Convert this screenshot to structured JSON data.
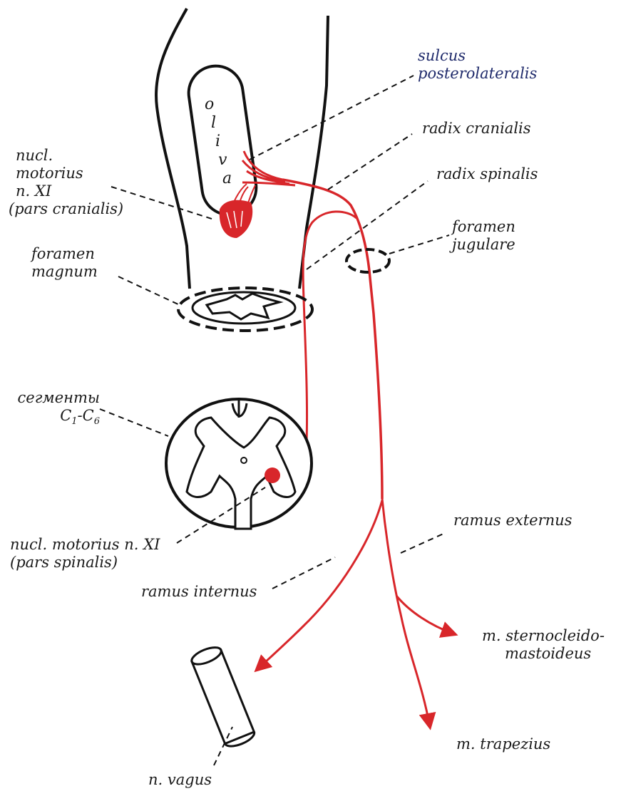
{
  "labels": {
    "sulcus": [
      "sulcus",
      "posterolateralis"
    ],
    "radix_cranialis": "radix cranialis",
    "radix_spinalis": "radix spinalis",
    "foramen_jugulare": [
      "foramen",
      "jugulare"
    ],
    "nucl_cranialis": [
      "nucl.",
      "motorius",
      "n. XI",
      "(pars cranialis)"
    ],
    "foramen_magnum": [
      "foramen",
      "magnum"
    ],
    "segments": [
      "сегменты",
      "C",
      "1",
      "-C",
      "6"
    ],
    "nucl_spinalis": [
      "nucl. motorius n. XI",
      "(pars spinalis)"
    ],
    "ramus_externus": "ramus externus",
    "ramus_internus": "ramus internus",
    "sternocleido": [
      "m. sternocleido-",
      "mastoideus"
    ],
    "trapezius": "m. trapezius",
    "vagus": "n. vagus",
    "oliva_letters": [
      "o",
      "l",
      "i",
      "v",
      "a"
    ]
  },
  "colors": {
    "nerve": "#d8262a",
    "outline": "#111111"
  }
}
